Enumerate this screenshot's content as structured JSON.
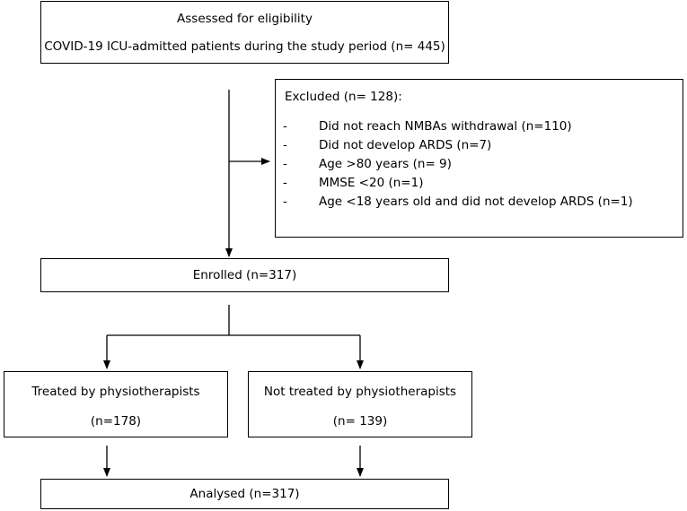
{
  "assessed": {
    "title": "Assessed for eligibility",
    "detail": "COVID-19 ICU-admitted patients during the study period (n= 445)"
  },
  "excluded": {
    "title": "Excluded (n= 128):",
    "items": [
      {
        "bullet": "-",
        "text": "Did not reach NMBAs withdrawal (n=110)"
      },
      {
        "bullet": "-",
        "text": "Did not develop ARDS (n=7)"
      },
      {
        "bullet": "-",
        "text": "Age >80 years (n= 9)"
      },
      {
        "bullet": "-",
        "text": "MMSE <20 (n=1)"
      },
      {
        "bullet": "-",
        "text": "Age <18 years old and did not develop ARDS (n=1)"
      }
    ]
  },
  "enrolled": {
    "label": "Enrolled (n=317)"
  },
  "treated": {
    "label": "Treated by physiotherapists",
    "count": "(n=178)"
  },
  "not_treated": {
    "label": "Not treated by physiotherapists",
    "count": "(n= 139)"
  },
  "analysed": {
    "label": "Analysed (n=317)"
  },
  "colors": {
    "line": "#000000",
    "box_fill": "#ffffff"
  }
}
